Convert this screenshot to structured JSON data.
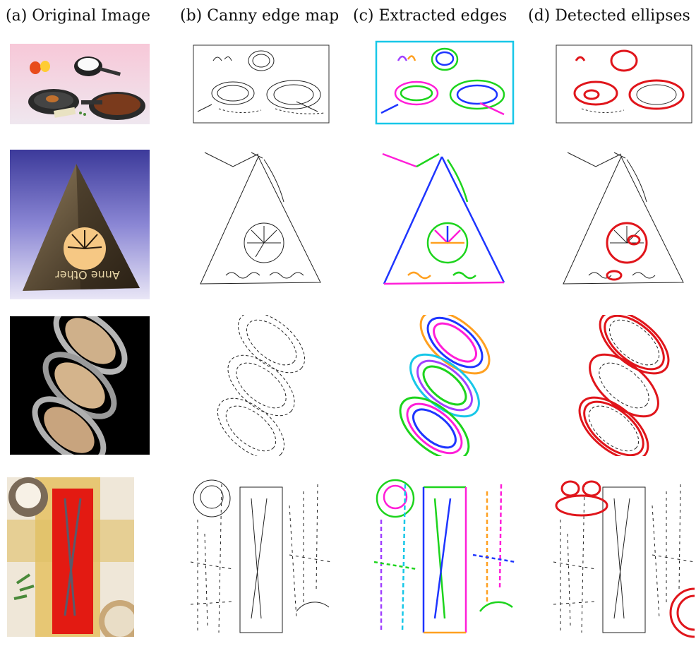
{
  "columns": [
    {
      "label": "(a) Original Image"
    },
    {
      "label": "(b) Canny edge map"
    },
    {
      "label": "(c) Extracted edges"
    },
    {
      "label": "(d) Detected ellipses"
    }
  ],
  "rows": [
    {
      "subject": "cookware",
      "pyramid_text": ""
    },
    {
      "subject": "pyramid",
      "pyramid_text": "Anne Other"
    },
    {
      "subject": "saturn",
      "pyramid_text": ""
    },
    {
      "subject": "chopsticks",
      "pyramid_text": ""
    }
  ],
  "colors": {
    "edge": "#222222",
    "ellipse": "#e0151b",
    "extracted": [
      "#1dd41d",
      "#ff1ed8",
      "#1e35ff",
      "#17c7e8",
      "#ffa020",
      "#a040ff",
      "#2bc4a0"
    ]
  }
}
